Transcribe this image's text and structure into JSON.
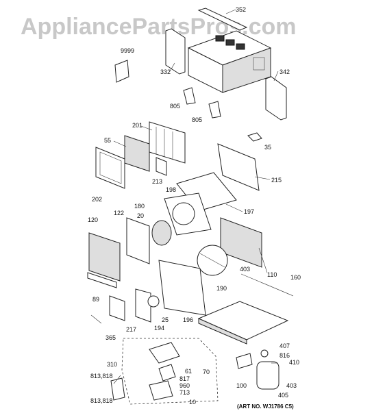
{
  "watermark": "AppliancePartsPros.com",
  "art_number": "(ART NO. WJ1786 C5)",
  "callouts": [
    "352",
    "9999",
    "332",
    "342",
    "805",
    "805",
    "35",
    "201",
    "55",
    "213",
    "215",
    "202",
    "198",
    "197",
    "180",
    "122",
    "20",
    "120",
    "403",
    "110",
    "190",
    "160",
    "89",
    "25",
    "196",
    "194",
    "217",
    "365",
    "407",
    "816",
    "410",
    "310",
    "813,818",
    "61",
    "817",
    "70",
    "960",
    "713",
    "10",
    "813,818",
    "100",
    "403",
    "405"
  ]
}
